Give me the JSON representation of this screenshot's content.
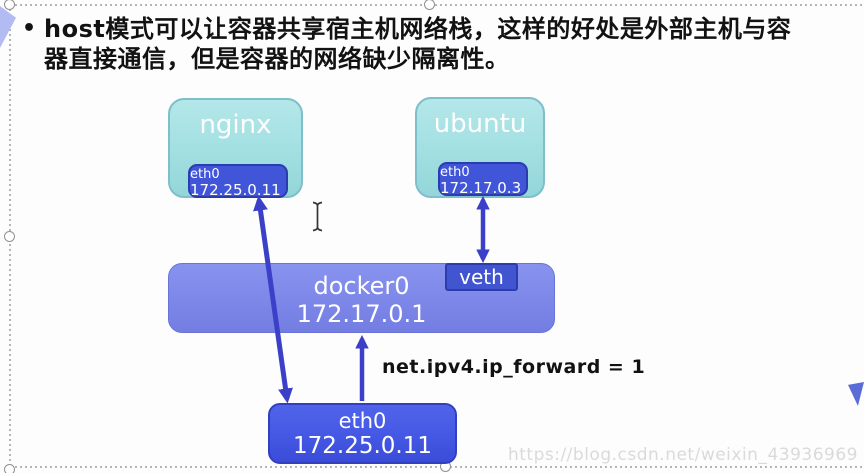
{
  "slide": {
    "bullet": "•",
    "text_line1": "host模式可以让容器共享宿主机网络栈，这样的好处是外部主机与容",
    "text_line2": "器直接通信，但是容器的网络缺少隔离性。"
  },
  "diagram": {
    "nginx": {
      "title": "nginx",
      "iface": "eth0",
      "ip": "172.25.0.11"
    },
    "ubuntu": {
      "title": "ubuntu",
      "iface": "eth0",
      "ip": "172.17.0.3"
    },
    "docker0": {
      "title": "docker0",
      "ip": "172.17.0.1"
    },
    "veth": {
      "label": "veth"
    },
    "host_eth0": {
      "iface": "eth0",
      "ip": "172.25.0.11"
    },
    "annotation": "net.ipv4.ip_forward = 1"
  },
  "watermark": "https://blog.csdn.net/weixin_43936969",
  "colors": {
    "teal_fill": "#a5e1e3",
    "teal_border": "#7fbecb",
    "node_blue_fill": "#4155d8",
    "node_blue_border": "#2b3cae",
    "bridge_fill": "#7c86e8",
    "bridge_border": "#6a74d8",
    "veth_fill": "#4155d0",
    "host_eth0_fill": "#4458e4",
    "arrow": "#3c40c8",
    "text_dark": "#121212",
    "watermark": "#dadada",
    "handle_border": "#909090",
    "dotted": "#b5b5b5",
    "wedge": "#b3bcf2",
    "edge_triangle": "#5b6cd9"
  }
}
